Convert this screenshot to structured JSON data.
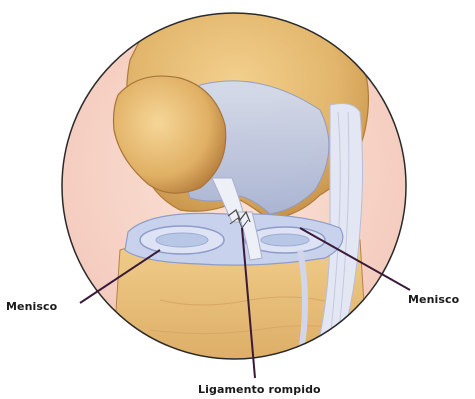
{
  "labels": {
    "meniscus_left": "Menisco",
    "meniscus_right": "Menisco",
    "torn_ligament": "Ligamento rompido"
  },
  "colors": {
    "background": "#ffffff",
    "bone": "#e2b66c",
    "cartilage": "#b9c7e6",
    "ligament": "#dfe3f2",
    "leader_line": "#3a1a3a",
    "circle_border": "#2a2a2a"
  }
}
